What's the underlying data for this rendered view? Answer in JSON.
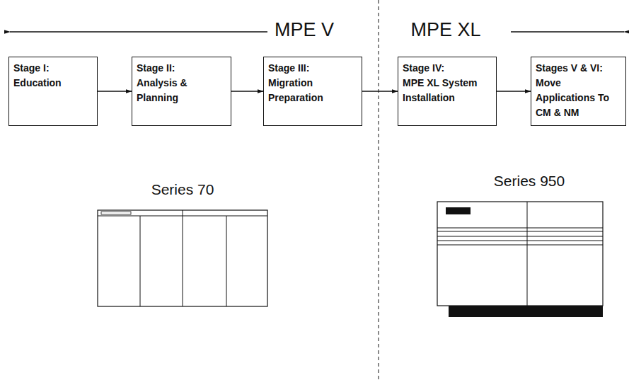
{
  "diagram": {
    "nodes": [
      {
        "text": [
          "Stage I:",
          "Education"
        ]
      },
      {
        "text": [
          "Stage II:",
          "Analysis & Planning"
        ]
      },
      {
        "text": [
          "Stage III:",
          "Migration Preparation"
        ]
      },
      {
        "text": [
          "Stage IV:",
          "MPE XL System Installation"
        ]
      },
      {
        "text": [
          "Stages V & VI:",
          "Move Applications To CM & NM"
        ]
      }
    ],
    "edges": [
      {
        "from": 0,
        "to": 1,
        "arrow": "to"
      },
      {
        "from": 1,
        "to": 2,
        "arrow": "to"
      },
      {
        "from": 2,
        "to": 3,
        "arrow": "to"
      },
      {
        "from": 3,
        "to": 4,
        "arrow": "to"
      }
    ],
    "labels": [
      "MPE V",
      "MPE XL",
      "Series 70",
      "Series 950"
    ]
  }
}
